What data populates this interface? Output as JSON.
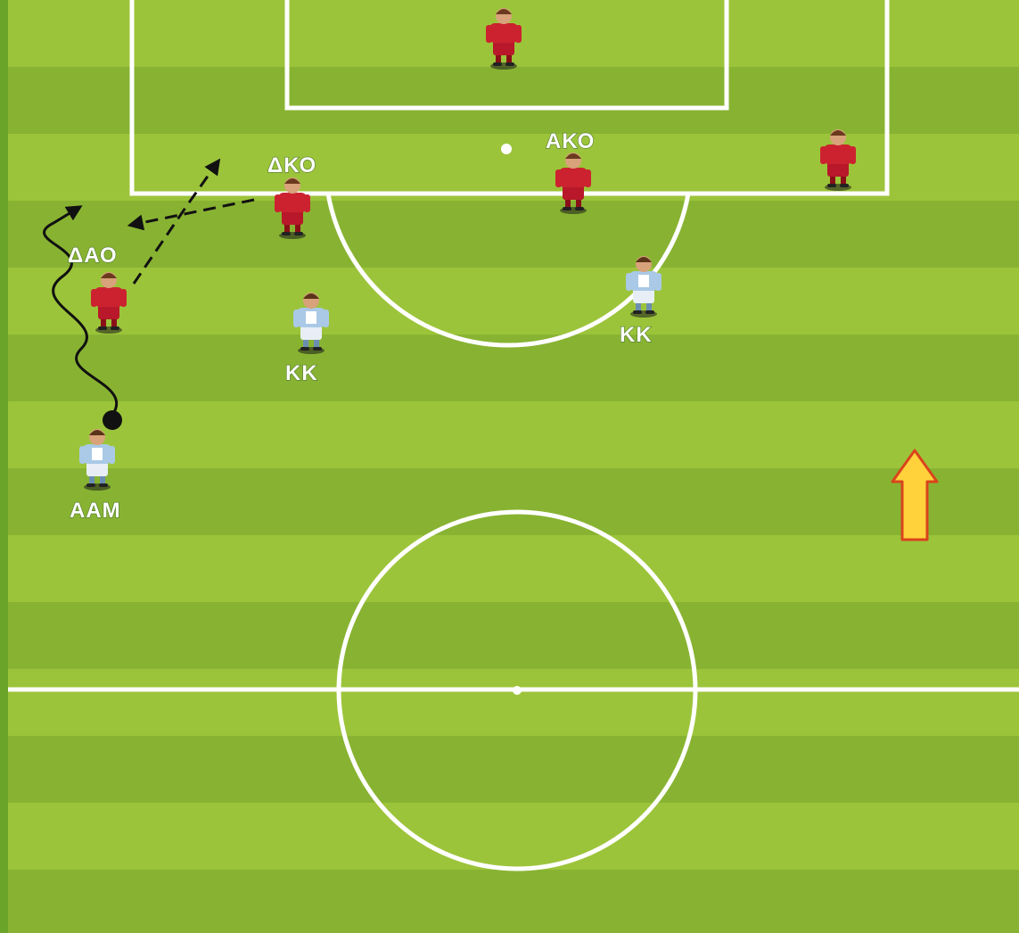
{
  "labels": {
    "left_back": "ΔΑΟ",
    "left_center_back": "ΔΚΟ",
    "right_center_back": "ΑΚΟ",
    "center_mid_left": "ΚΚ",
    "center_mid_right": "ΚΚ",
    "left_winger": "ΑΑΜ"
  },
  "colors": {
    "grass_light": "#9cc43a",
    "grass_dark": "#88b332",
    "line": "#ffffff",
    "defender_shirt": "#c8202a",
    "attacker_shirt": "#a9c9e6",
    "arrow_fill": "#ffd23c",
    "arrow_stroke": "#d9441c"
  },
  "legend": {
    "attack_direction": "up"
  }
}
